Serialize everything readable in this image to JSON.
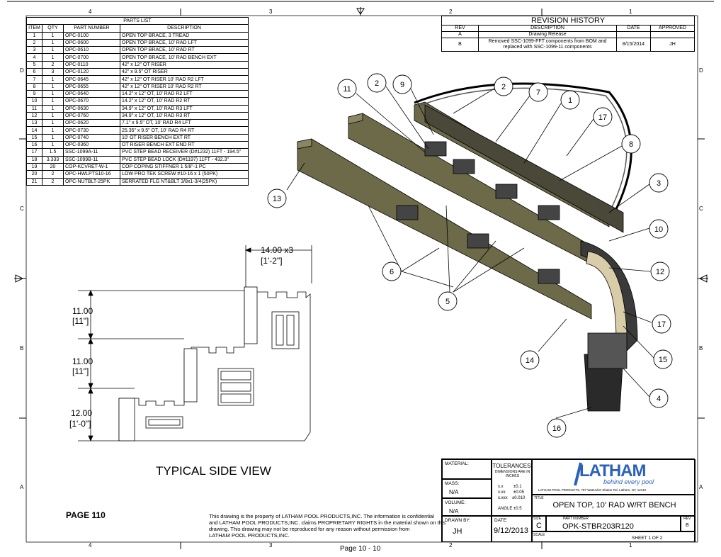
{
  "border_marks": {
    "top": [
      "4",
      "3",
      "2",
      "1"
    ],
    "bottom": [
      "4",
      "3",
      "2",
      "1"
    ],
    "left": [
      "D",
      "C",
      "B",
      "A"
    ],
    "right": [
      "D",
      "C",
      "B",
      "A"
    ]
  },
  "parts_list": {
    "title": "PARTS LIST",
    "headers": [
      "ITEM",
      "QTY",
      "PART NUMBER",
      "DESCRIPTION"
    ],
    "rows": [
      [
        "1",
        "1",
        "OPC-0100",
        "OPEN TOP BRACE, 3 TREAD"
      ],
      [
        "2",
        "1",
        "OPC-0600",
        "OPEN TOP BRACE, 10' RAD LFT"
      ],
      [
        "3",
        "1",
        "OPC-0610",
        "OPEN TOP BRACE, 10' RAD RT"
      ],
      [
        "4",
        "1",
        "OPC-0700",
        "OPEN TOP BRACE, 10' RAD BENCH EXT"
      ],
      [
        "5",
        "2",
        "OPC-0110",
        "42\" x 12\" OT RISER"
      ],
      [
        "6",
        "3",
        "OPC-0120",
        "42\" x 9.5\" OT RISER"
      ],
      [
        "7",
        "1",
        "OPC-0645",
        "42\" x 12\" OT RISER 10' RAD R2 LFT"
      ],
      [
        "8",
        "1",
        "OPC-0655",
        "42\" x 12\" OT RISER 10' RAD R2 RT"
      ],
      [
        "9",
        "1",
        "OPC-0640",
        "14.2\" x 12\" OT, 10' RAD R2 LFT"
      ],
      [
        "10",
        "1",
        "OPC-0670",
        "14.2\" x 12\" OT, 10' RAD R2 RT"
      ],
      [
        "11",
        "1",
        "OPC-0630",
        "34.9\" x 12\" OT, 10' RAD R3 LFT"
      ],
      [
        "12",
        "1",
        "OPC-0760",
        "34.9\" x 12\" OT, 10' RAD R3 RT"
      ],
      [
        "13",
        "1",
        "OPC-0620",
        "7.1\" x 9.5\" OT, 10' RAD R4 LFT"
      ],
      [
        "14",
        "1",
        "OPC-0730",
        "25.35\" x 9.5\" OT, 10' RAD R4 RT"
      ],
      [
        "15",
        "1",
        "OPC-0740",
        "10' OT RISER BENCH EXT RT"
      ],
      [
        "16",
        "1",
        "OPC-0360",
        "OT RISER BENCH EXT END RT"
      ],
      [
        "17",
        "1.5",
        "SSC-1099A-11",
        "PVC STEP BEAD RECEIVER (D#1232) 11FT - 194.5\""
      ],
      [
        "18",
        "3.333",
        "SSC-1099B-11",
        "PVC STEP BEAD LOCK (D#1197) 11FT - 432.3\""
      ],
      [
        "19",
        "20",
        "COP-KCVRET-W-1",
        "COP COPING STIFFNER 1 5/8\"-1 PC"
      ],
      [
        "20",
        "2",
        "OPC-HWLPTS10-16",
        "LOW PRO TEK SCREW #10-16 x 1 (50PK)"
      ],
      [
        "21",
        "2",
        "OPC-NUTBLT-25PK",
        "SERRATED FLG NT&BLT 3/8x1-3/4(25PK)"
      ]
    ]
  },
  "revision_history": {
    "title": "REVISION HISTORY",
    "headers": [
      "REV",
      "DESCRIPTION",
      "DATE",
      "APPROVED"
    ],
    "rows": [
      {
        "rev": "A",
        "description": "Drawing Release",
        "date": "",
        "approved": ""
      },
      {
        "rev": "B",
        "description_1": "Removed SSC-1099-FFT components from BOM and",
        "description_2": "replaced with SSC-1099-11 components",
        "date": "8/15/2014",
        "approved": "JH"
      }
    ]
  },
  "balloons": [
    "11",
    "2",
    "9",
    "2",
    "7",
    "1",
    "17",
    "8",
    "3",
    "10",
    "12",
    "17",
    "15",
    "4",
    "16",
    "14",
    "5",
    "6",
    "13"
  ],
  "side_view": {
    "title": "TYPICAL SIDE VIEW",
    "dim_width": "14.00 x3",
    "dim_width_ft": "[1'-2\"]",
    "dim_1": "11.00",
    "dim_1_ft": "[11\"]",
    "dim_2": "11.00",
    "dim_2_ft": "[11\"]",
    "dim_3": "12.00",
    "dim_3_ft": "[1'-0\"]"
  },
  "page_label": "PAGE 110",
  "page_footer": "Page 10 - 10",
  "disclaimer": [
    "This drawing is the property of LATHAM POOL PRODUCTS,INC. The information is confidential",
    "and LATHAM POOL PRODUCTS,INC. claims PROPRIETARY RIGHTS in the material shown on this",
    "drawing. This drawing may not be reproduced for any reason without permission from",
    "LATHAM POOL PRODUCTS,INC."
  ],
  "title_block": {
    "material_label": "MATERIAL:",
    "mass_label": "MASS:",
    "mass_value": "N/A",
    "volume_label": "VOLUME:",
    "volume_value": "N/A",
    "drawn_by_label": "DRAWN BY:",
    "drawn_by": "JH",
    "date_label": "DATE:",
    "date": "9/12/2013",
    "tolerances_title": "TOLERANCES:",
    "tolerances_sub_1": "DIMENSIONS ARE IN",
    "tolerances_sub_2": "INCHES",
    "tol_1_key": "x.x",
    "tol_1_val": "±0.1",
    "tol_2_key": "x.xx",
    "tol_2_val": "±0.05",
    "tol_3_key": "x.xxx",
    "tol_3_val": "±0.010",
    "angle": "ANGLE  ±0.5",
    "logo": "LATHAM",
    "logo_tag": "behind every pool",
    "address": "LATHAM POOL PRODUCTS, 787 Watervliet Shaker Rd, Latham, NY, 12110",
    "title_label": "TITLE",
    "title": "OPEN TOP, 10' RAD W/RT BENCH",
    "size_label": "SIZE",
    "size": "C",
    "part_number_label": "PART NUMBER",
    "part_number": "OPK-STBR203R120",
    "rev_label": "REV",
    "rev": "B",
    "scale_label": "SCALE",
    "sheet": "SHEET 1   OF 2"
  },
  "colors": {
    "panel_olive": "#6d6a4a",
    "panel_dark": "#3a3a3a",
    "tread_tan": "#d8cda8",
    "logo_blue": "#2a62b8"
  }
}
